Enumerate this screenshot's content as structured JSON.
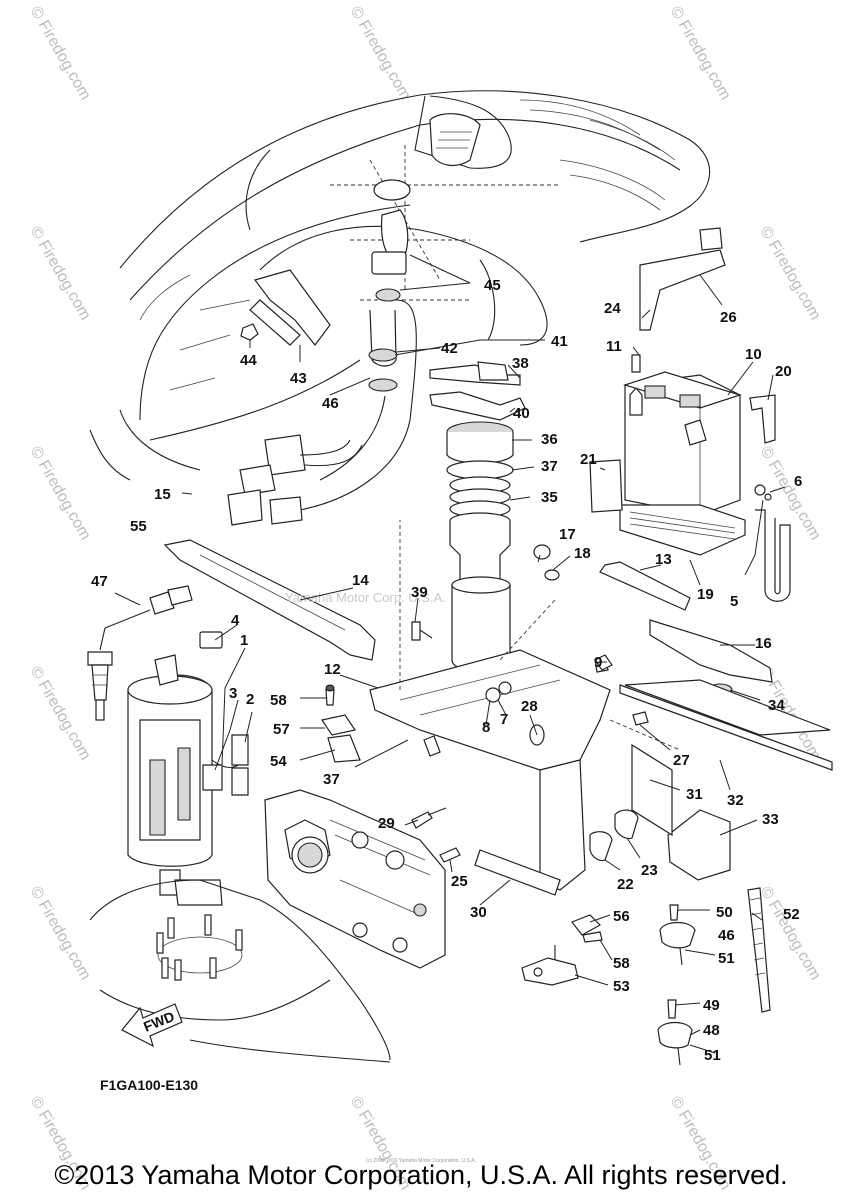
{
  "diagram_code": "F1GA100-E130",
  "watermark": "Yamaha Motor Corp. U.S.A.",
  "site_watermark": "© Firedog.com",
  "fwd_label": "FWD",
  "footer_fine_print": "(c) 2000-2016 Yamaha Motor Corporation, U.S.A.",
  "copyright": "©2013 Yamaha Motor Corporation, U.S.A. All rights reserved.",
  "callouts": [
    "1",
    "2",
    "3",
    "4",
    "5",
    "6",
    "7",
    "8",
    "9",
    "10",
    "11",
    "12",
    "13",
    "14",
    "15",
    "16",
    "17",
    "18",
    "19",
    "20",
    "21",
    "22",
    "23",
    "24",
    "25",
    "26",
    "27",
    "28",
    "29",
    "30",
    "31",
    "32",
    "33",
    "34",
    "35",
    "36",
    "37",
    "38",
    "39",
    "40",
    "41",
    "42",
    "43",
    "44",
    "45",
    "46",
    "47",
    "48",
    "49",
    "50",
    "51",
    "52",
    "53",
    "54",
    "55",
    "56",
    "57",
    "58"
  ],
  "repeated_callouts": {
    "37": "37",
    "51": "51",
    "58": "58"
  }
}
